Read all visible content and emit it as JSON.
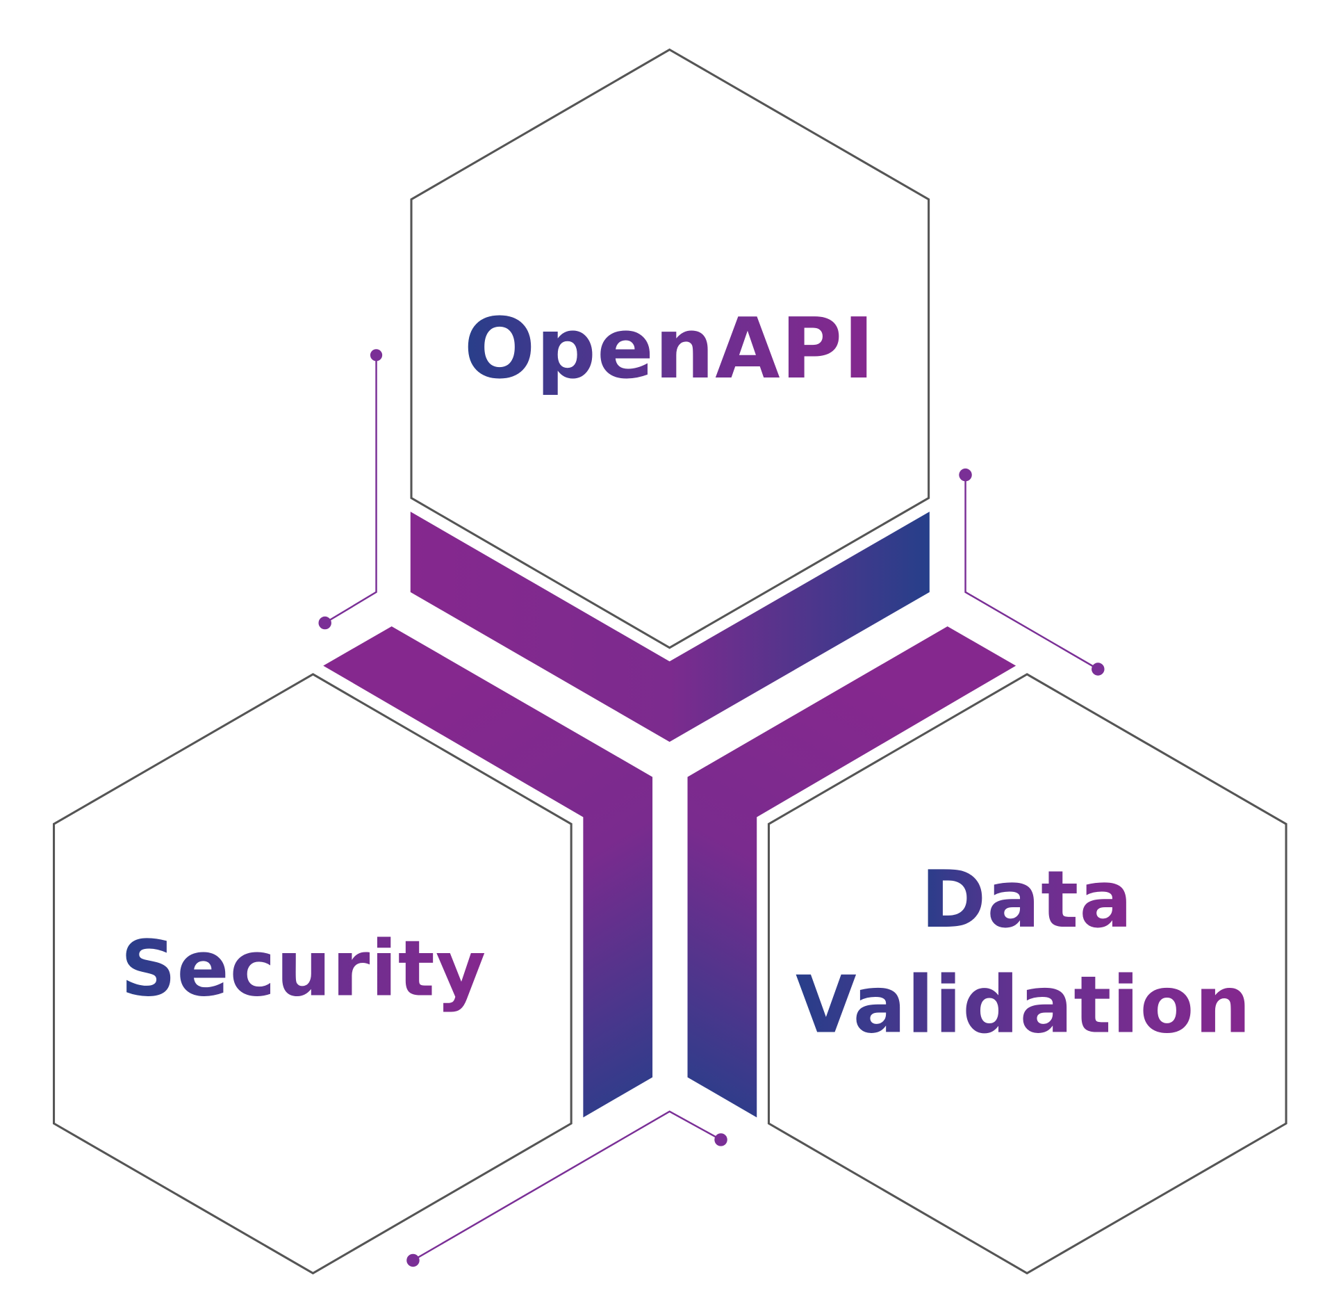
{
  "diagram": {
    "nodes": [
      {
        "id": "top",
        "label": "OpenAPI"
      },
      {
        "id": "left",
        "label": "Security"
      },
      {
        "id": "right",
        "label_line1": "Data",
        "label_line2": "Validation"
      }
    ],
    "colors": {
      "outline": "#555555",
      "purple": "#85288e",
      "navy": "#283e8a",
      "connector": "#7a2f96"
    }
  }
}
